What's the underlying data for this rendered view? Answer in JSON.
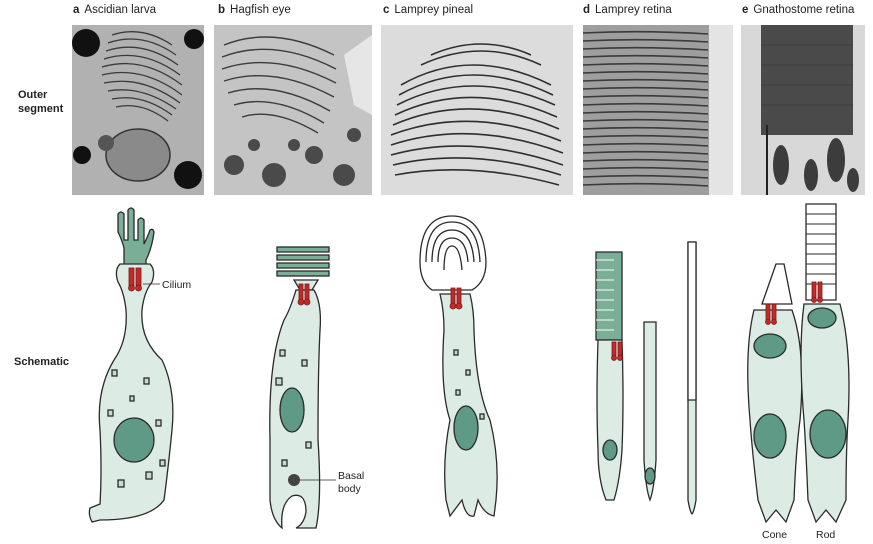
{
  "panels": [
    {
      "letter": "a",
      "title": "Ascidian larva"
    },
    {
      "letter": "b",
      "title": "Hagfish eye"
    },
    {
      "letter": "c",
      "title": "Lamprey pineal"
    },
    {
      "letter": "d",
      "title": "Lamprey retina"
    },
    {
      "letter": "e",
      "title": "Gnathostome retina"
    }
  ],
  "row_labels": {
    "outer_segment_line1": "Outer",
    "outer_segment_line2": "segment",
    "schematic": "Schematic"
  },
  "annotations": {
    "cilium": "Cilium",
    "basal_body_line1": "Basal",
    "basal_body_line2": "body",
    "cone": "Cone",
    "rod": "Rod"
  },
  "colors": {
    "cell_fill": "#dcebe3",
    "outline": "#2a2a2a",
    "nucleus": "#5e9a86",
    "cilium": "#c22a2a",
    "micrograph": "#6f6f6f"
  }
}
